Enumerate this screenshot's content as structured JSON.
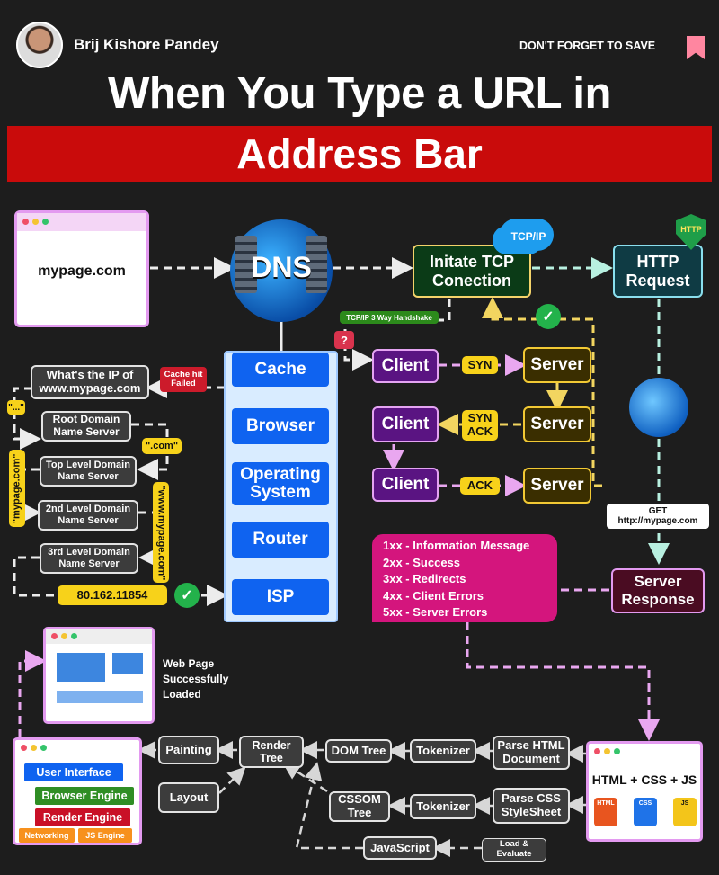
{
  "header": {
    "author": "Brij Kishore Pandey",
    "save_label": "DON'T FORGET TO SAVE",
    "title_line1": "When You Type a URL in",
    "title_line2": "Address Bar"
  },
  "colors": {
    "title_banner": "#c90b0b",
    "cache_stack": "#0f63f0",
    "response_bubble": "#d4157d",
    "background": "#1d1d1d"
  },
  "browser": {
    "url": "mypage.com"
  },
  "dns": {
    "label": "DNS"
  },
  "tcp": {
    "label": "Initate TCP Conection",
    "cloud_label": "TCP/IP",
    "handshake_label": "TCP/IP 3 Way Handshake"
  },
  "http": {
    "label": "HTTP Request",
    "shield_label": "HTTP",
    "get_label": "GET",
    "get_url": "http://mypage.com"
  },
  "cache_stack": [
    "Cache",
    "Browser",
    "Operating System",
    "Router",
    "ISP"
  ],
  "dns_lookup": {
    "question": "What's the IP of www.mypage.com",
    "cache_status": "Cache hit Failed",
    "root": "Root Domain Name Server",
    "tld": "Top Level Domain Name Server",
    "second": "2nd Level Domain Name Server",
    "third": "3rd Level Domain Name Server",
    "tag_com": "\".com\"",
    "tag_mypage": "\"mypage.com\"",
    "tag_www": "\"www.mypage.com\"",
    "ip": "80.162.11854"
  },
  "handshake": {
    "client": "Client",
    "server": "Server",
    "syn": "SYN",
    "syn_ack": "SYN ACK",
    "ack": "ACK"
  },
  "status_codes": [
    "1xx - Information Message",
    "2xx - Success",
    "3xx - Redirects",
    "4xx - Client Errors",
    "5xx - Server Errors"
  ],
  "server_response": "Server Response",
  "render": {
    "loaded_caption": "Web Page Successfully Loaded",
    "ui": "User Interface",
    "browser_engine": "Browser Engine",
    "render_engine": "Render Engine",
    "networking": "Networking",
    "js_engine": "JS Engine",
    "painting": "Painting",
    "layout": "Layout",
    "render_tree": "Render Tree",
    "dom_tree": "DOM Tree",
    "cssom_tree": "CSSOM Tree",
    "tokenizer": "Tokenizer",
    "parse_html": "Parse HTML Document",
    "parse_css": "Parse CSS StyleSheet",
    "javascript": "JavaScript",
    "load_evaluate": "Load & Evaluate",
    "stack": "HTML + CSS + JS",
    "file_html": "HTML",
    "file_css": "CSS",
    "file_js": "JS"
  }
}
